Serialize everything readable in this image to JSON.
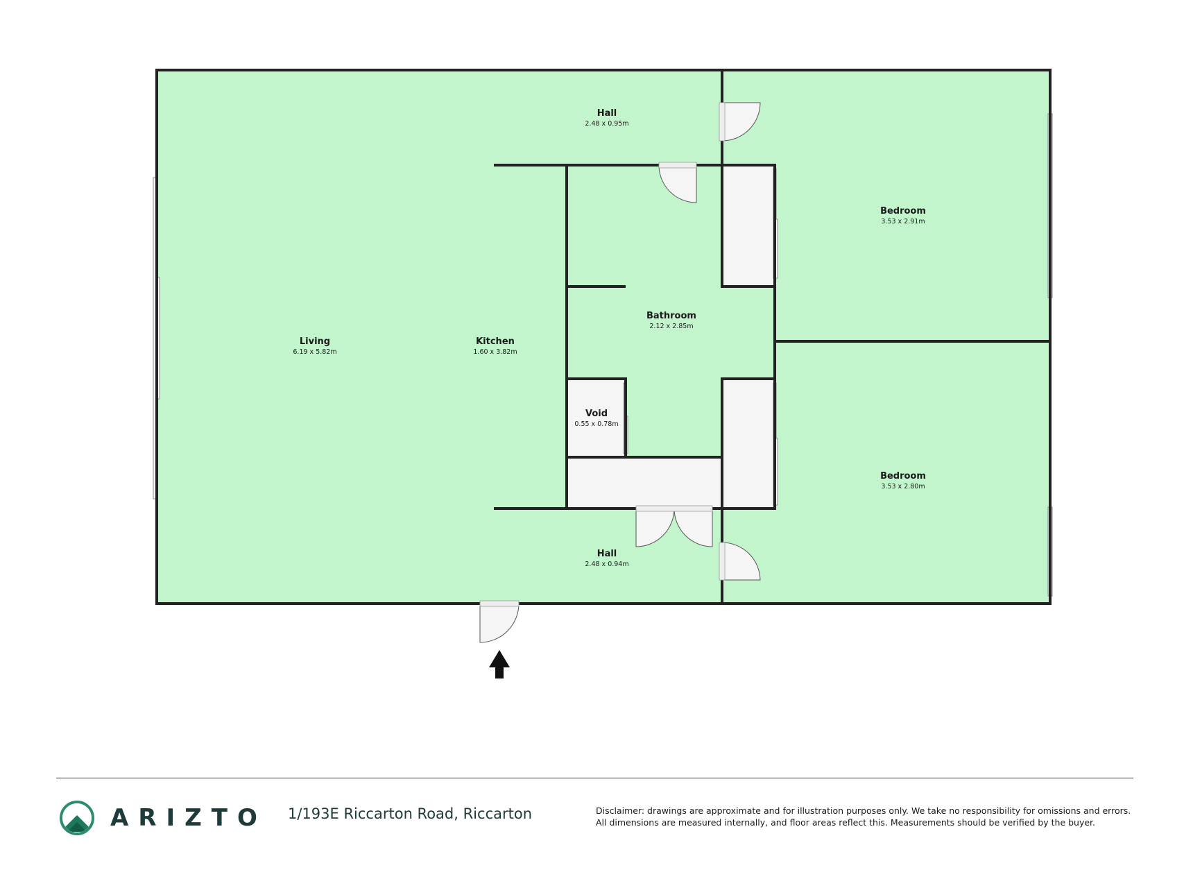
{
  "rooms": [
    {
      "id": "hall-top",
      "name": "Hall",
      "dims": "2.48 x 0.95m"
    },
    {
      "id": "bedroom-top",
      "name": "Bedroom",
      "dims": "3.53 x 2.91m"
    },
    {
      "id": "bathroom",
      "name": "Bathroom",
      "dims": "2.12 x 2.85m"
    },
    {
      "id": "living",
      "name": "Living",
      "dims": "6.19 x 5.82m"
    },
    {
      "id": "kitchen",
      "name": "Kitchen",
      "dims": "1.60 x 3.82m"
    },
    {
      "id": "void",
      "name": "Void",
      "dims": "0.55 x 0.78m"
    },
    {
      "id": "bedroom-bottom",
      "name": "Bedroom",
      "dims": "3.53 x 2.80m"
    },
    {
      "id": "hall-bottom",
      "name": "Hall",
      "dims": "2.48 x 0.94m"
    }
  ],
  "colors": {
    "floor": "#c3f5cd",
    "cupboard": "#f5f5f5",
    "wall": "#222222",
    "brand": "#1c3b3a",
    "logo_ring": "#2e8c6e"
  },
  "footer": {
    "brand": "ARIZTO",
    "address": "1/193E Riccarton Road, Riccarton",
    "disclaimer_line1": "Disclaimer: drawings are approximate and for illustration purposes only. We take no responsibility for omissions and errors.",
    "disclaimer_line2": "All dimensions are measured internally, and floor areas reflect this. Measurements should be verified by the buyer."
  },
  "icons": [
    "entry-arrow-icon",
    "arizto-logo-icon"
  ]
}
